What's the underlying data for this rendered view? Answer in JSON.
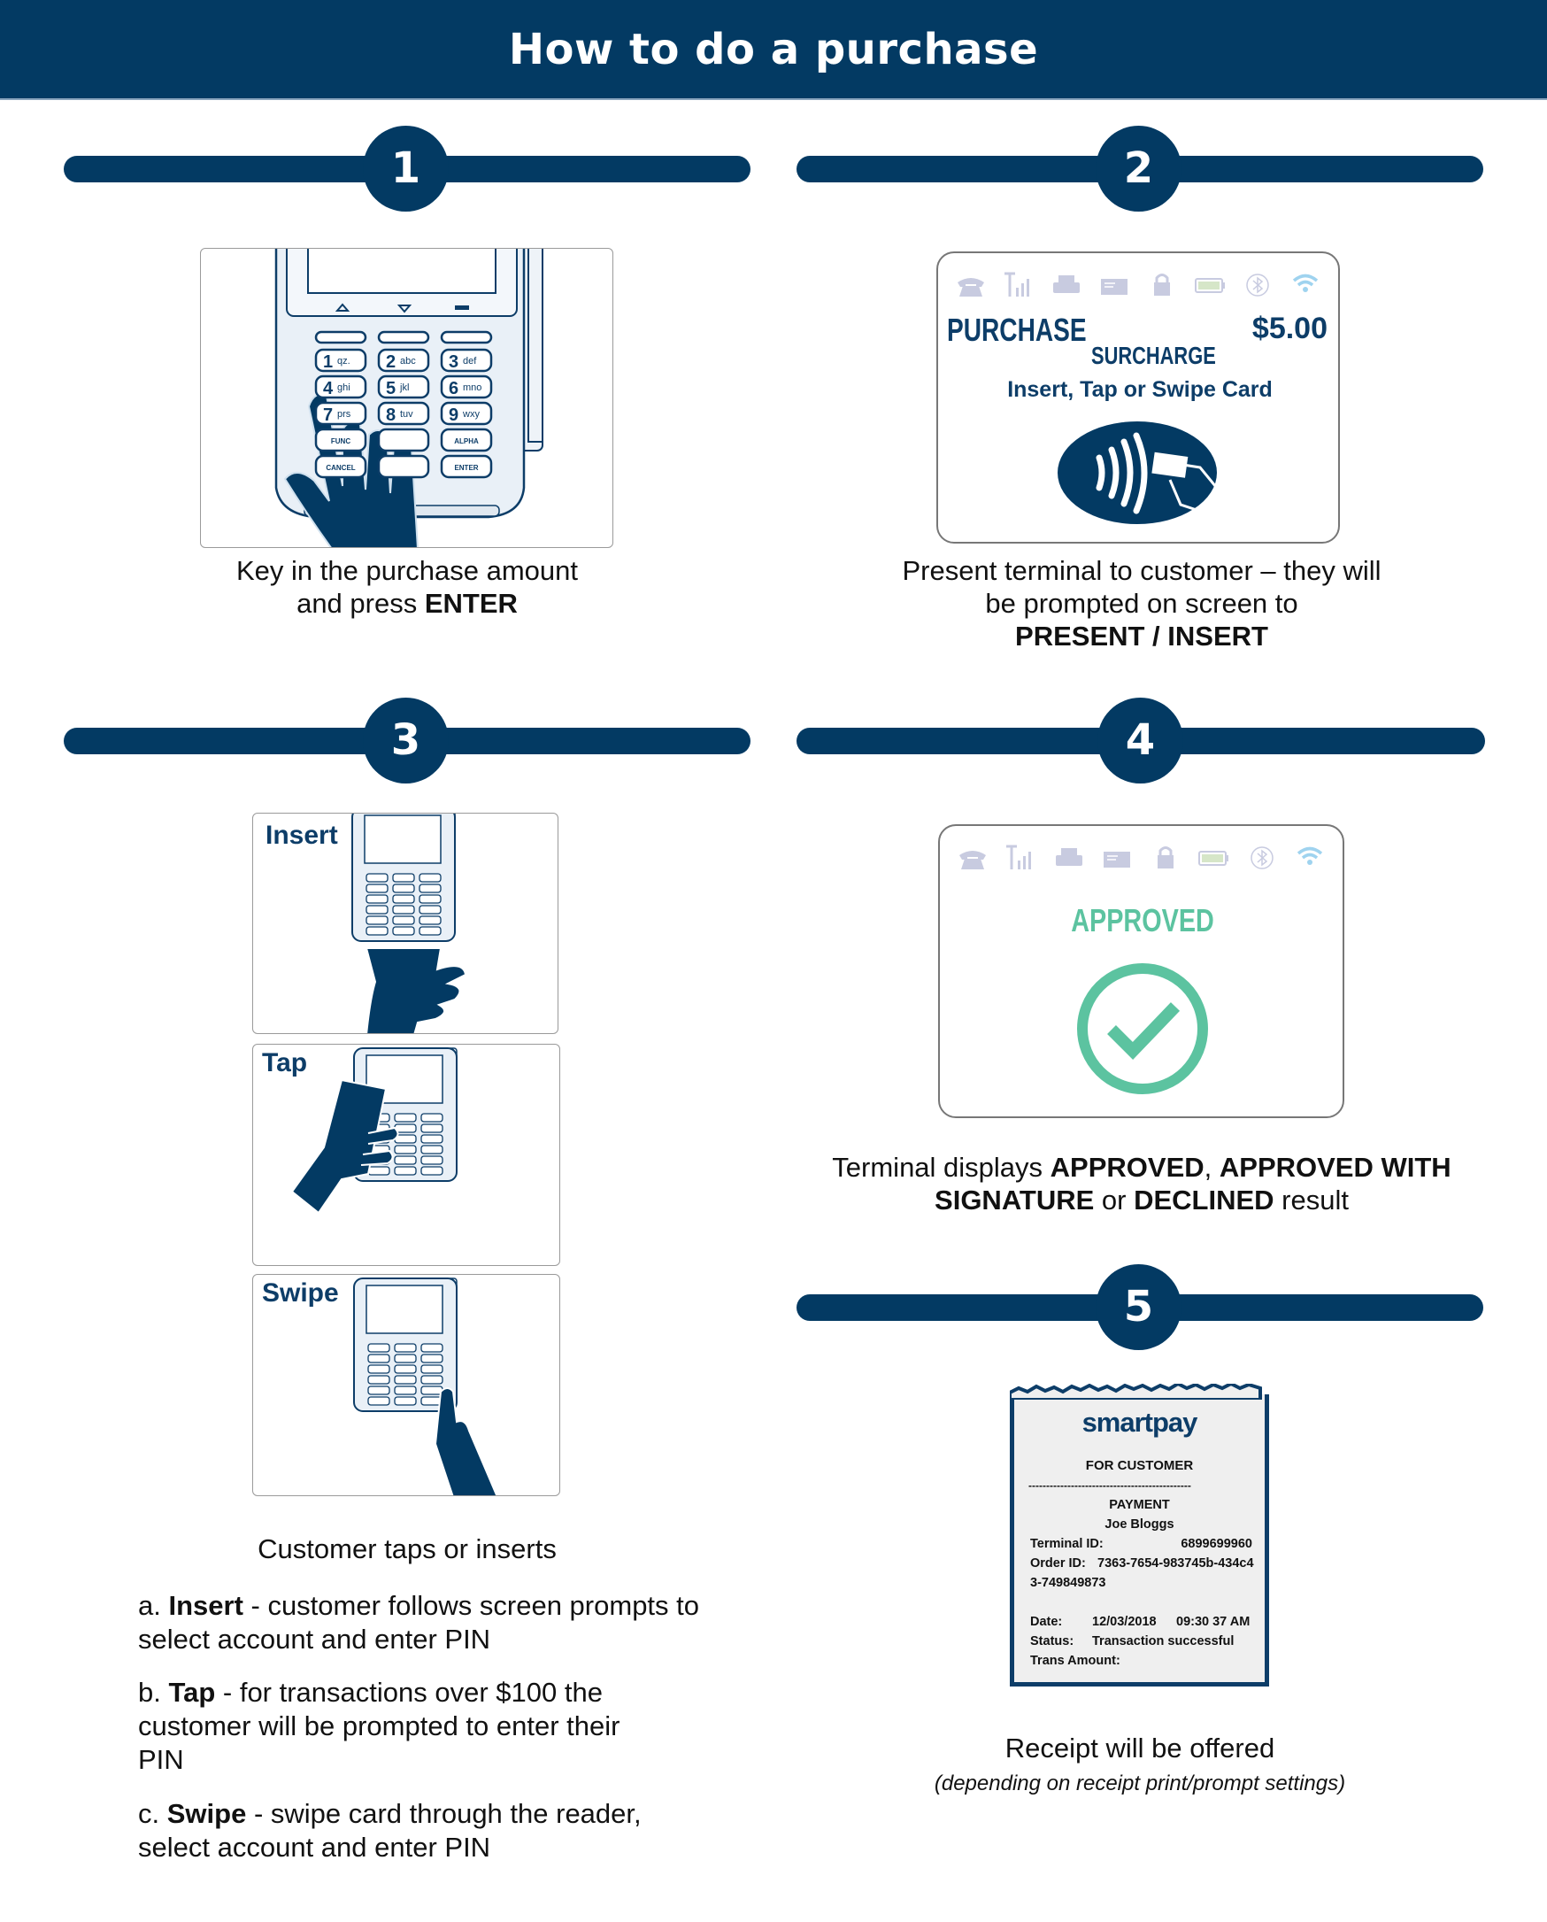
{
  "header": {
    "title": "How to do a purchase"
  },
  "colors": {
    "brand_navy": "#033a63",
    "approved_green": "#5cc3a0",
    "status_icon_grey": "#c8cbe0",
    "wifi_blue": "#9fd3ef"
  },
  "steps": {
    "s1": {
      "number": "1",
      "keypad": [
        [
          "1",
          "qz."
        ],
        [
          "2",
          "abc"
        ],
        [
          "3",
          "def"
        ],
        [
          "4",
          "ghi"
        ],
        [
          "5",
          "jkl"
        ],
        [
          "6",
          "mno"
        ],
        [
          "7",
          "prs"
        ],
        [
          "8",
          "tuv"
        ],
        [
          "9",
          "wxy"
        ],
        [
          "",
          "FUNC"
        ],
        [
          "",
          ""
        ],
        [
          "",
          "ALPHA"
        ],
        [
          "",
          "CANCEL"
        ],
        [
          "",
          ""
        ],
        [
          "",
          "ENTER"
        ]
      ],
      "caption_line1": "Key in the purchase amount",
      "caption_line2": "and press ",
      "caption_bold": "ENTER"
    },
    "s2": {
      "number": "2",
      "status_icons": [
        "phone-icon",
        "signal-icon",
        "printer-icon",
        "card-icon",
        "lock-icon",
        "battery-icon",
        "bluetooth-icon",
        "wifi-icon"
      ],
      "screen_title": "PURCHASE",
      "screen_amount": "$5.00",
      "screen_surcharge": "SURCHARGE",
      "screen_prompt": "Insert, Tap or Swipe Card",
      "caption_line1": "Present terminal to customer – they will",
      "caption_line2": "be prompted on screen to",
      "caption_bold": "PRESENT / INSERT"
    },
    "s3": {
      "number": "3",
      "panels": [
        "Insert",
        "Tap",
        "Swipe"
      ],
      "caption": "Customer taps or inserts",
      "items": [
        {
          "prefix": "a. ",
          "bold": "Insert",
          "text": " - customer follows screen prompts to select account and enter PIN"
        },
        {
          "prefix": "b. ",
          "bold": "Tap",
          "text": " - for transactions over $100 the customer will be prompted to enter their PIN"
        },
        {
          "prefix": "c. ",
          "bold": "Swipe",
          "text": " - swipe card through the reader, select account and enter PIN"
        }
      ]
    },
    "s4": {
      "number": "4",
      "screen_status": "APPROVED",
      "caption_t1": "Terminal displays ",
      "caption_b1": "APPROVED",
      "caption_t2": ", ",
      "caption_b2": "APPROVED WITH SIGNATURE",
      "caption_t3": " or ",
      "caption_b3": "DECLINED",
      "caption_t4": " result"
    },
    "s5": {
      "number": "5",
      "receipt": {
        "logo": "smartpay",
        "subtitle": "FOR CUSTOMER",
        "divider": "----------------------------------------------",
        "type": "PAYMENT",
        "name": "Joe Bloggs",
        "terminal_label": "Terminal ID:",
        "terminal_value": "6899699960",
        "order_label": "Order ID:",
        "order_value": "7363-7654-983745b-434c4",
        "order_value_cont": "3-749849873",
        "date_label": "Date:",
        "date_value": "12/03/2018",
        "time_value": "09:30 37 AM",
        "status_label": "Status:",
        "status_value": "Transaction successful",
        "amount_label": "Trans Amount:"
      },
      "caption": "Receipt will be offered",
      "subcaption": "(depending on receipt print/prompt settings)"
    }
  }
}
